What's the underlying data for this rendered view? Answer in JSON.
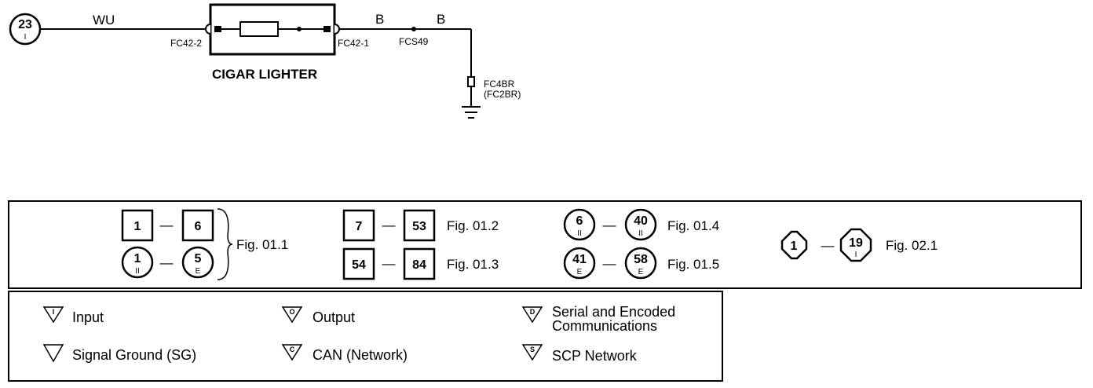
{
  "circuit": {
    "source_connector": {
      "number": "23",
      "sub": "I"
    },
    "wire_colors": [
      "WU",
      "B",
      "B"
    ],
    "pin_left": "FC42-2",
    "pin_right": "FC42-1",
    "splice": "FCS49",
    "ground_label_1": "FC4BR",
    "ground_label_2": "(FC2BR)",
    "component": "CIGAR LIGHTER"
  },
  "index": {
    "group1": {
      "row1": {
        "from": "1",
        "to": "6"
      },
      "row2": {
        "from": "1",
        "from_sub": "II",
        "to": "5",
        "to_sub": "E"
      },
      "fig": "Fig. 01.1"
    },
    "group2": {
      "from": "7",
      "to": "53",
      "fig": "Fig. 01.2"
    },
    "group3": {
      "from": "54",
      "to": "84",
      "fig": "Fig. 01.3"
    },
    "group4": {
      "from": "6",
      "from_sub": "II",
      "to": "40",
      "to_sub": "II",
      "fig": "Fig. 01.4"
    },
    "group5": {
      "from": "41",
      "from_sub": "E",
      "to": "58",
      "to_sub": "E",
      "fig": "Fig. 01.5"
    },
    "group6": {
      "from": "1",
      "to": "19",
      "to_sub": "I",
      "fig": "Fig. 02.1"
    },
    "dash": "—"
  },
  "legend": {
    "input": {
      "symbol": "I",
      "label": "Input"
    },
    "output": {
      "symbol": "O",
      "label": "Output"
    },
    "serial": {
      "symbol": "D",
      "label_1": "Serial and Encoded",
      "label_2": "Communications"
    },
    "signal_ground": {
      "symbol": "",
      "label": "Signal Ground (SG)"
    },
    "can": {
      "symbol": "C",
      "label": "CAN (Network)"
    },
    "scp": {
      "symbol": "S",
      "label": "SCP Network"
    }
  }
}
